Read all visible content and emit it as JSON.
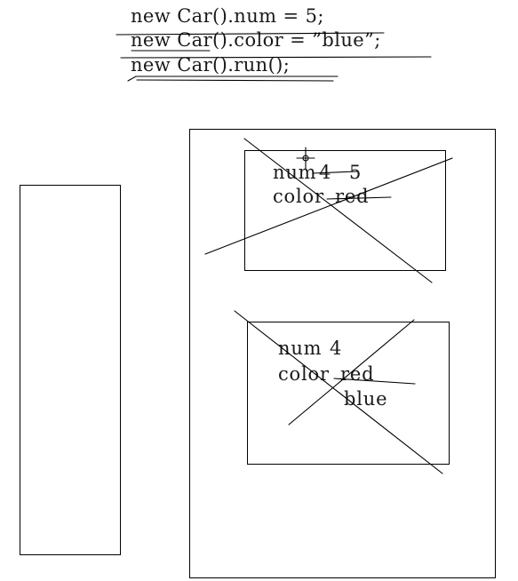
{
  "code": {
    "line1": "new Car().num = 5;",
    "line2": "new Car().color = ”blue”;",
    "line3": "new Car().run();"
  },
  "object1": {
    "num_label": "num",
    "num_old": "4",
    "num_new": "5",
    "color_label": "color",
    "color_value": "red"
  },
  "object2": {
    "num_label": "num",
    "num_value": "4",
    "color_label": "color",
    "color_old": "red",
    "color_new": "blue"
  },
  "colors": {
    "ink": "#000000",
    "text": "#1a1a1a"
  }
}
